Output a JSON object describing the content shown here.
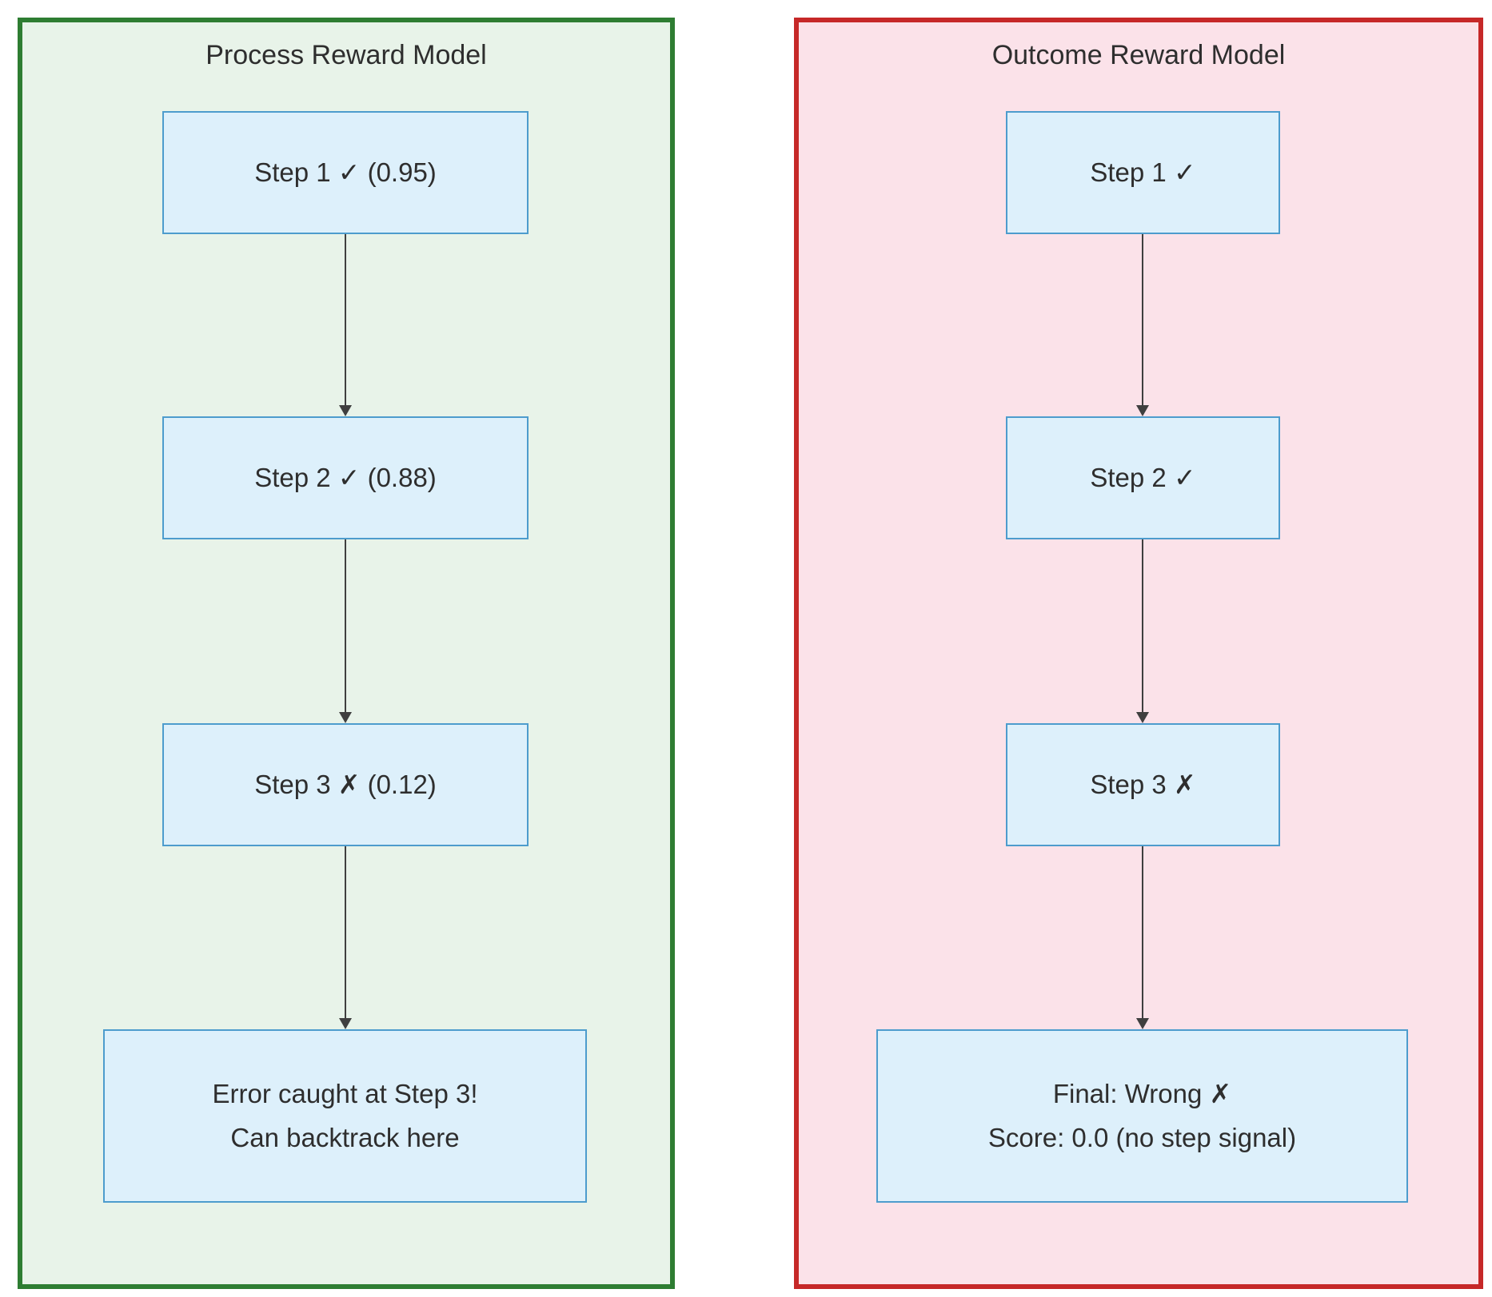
{
  "left_panel": {
    "title": "Process Reward Model",
    "steps": [
      "Step 1 ✓ (0.95)",
      "Step 2 ✓ (0.88)",
      "Step 3 ✗ (0.12)"
    ],
    "final": {
      "line1": "Error caught at Step 3!",
      "line2": "Can backtrack here"
    }
  },
  "right_panel": {
    "title": "Outcome Reward Model",
    "steps": [
      "Step 1 ✓",
      "Step 2 ✓",
      "Step 3 ✗"
    ],
    "final": {
      "line1": "Final: Wrong ✗",
      "line2": "Score: 0.0 (no step signal)"
    }
  },
  "colors": {
    "process_border": "#2e7d32",
    "process_bg": "#e8f3e9",
    "outcome_border": "#c62828",
    "outcome_bg": "#fbe2e9",
    "node_fill": "#ddf0fb",
    "node_stroke": "#4d9ccd",
    "arrow": "#3f3f3f",
    "text": "#2e2e2e"
  }
}
